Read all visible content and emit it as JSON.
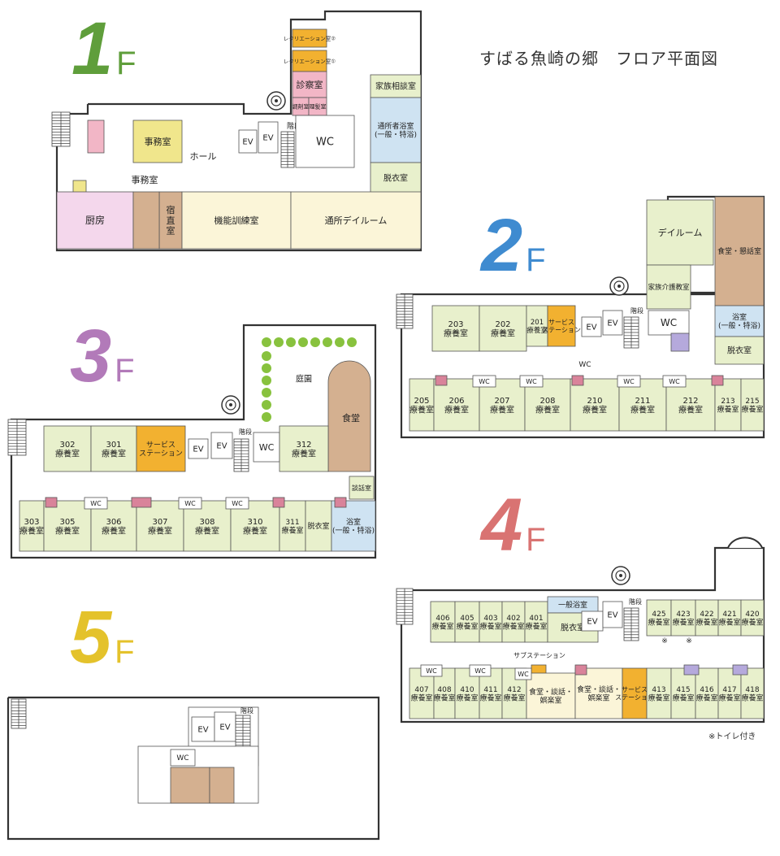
{
  "title": "すばる魚崎の郷　フロア平面図",
  "footnote": "※トイレ付き",
  "colors": {
    "room": "#e8f0cc",
    "office": "#f0e68c",
    "kitchen": "#f4d7ec",
    "brown": "#d4b090",
    "blue": "#cfe3f2",
    "orange": "#f2b130",
    "pink": "#f2b6c6",
    "salmon": "#d9839a",
    "cream": "#fbf5d8",
    "purple": "#b5a9dc",
    "wall": "#333333",
    "bg": "#ffffff",
    "floor1": "#5f9e3b",
    "floor2": "#3f8bd0",
    "floor3": "#b27ab9",
    "floor4": "#d97372",
    "floor5": "#e4c22b",
    "tree": "#88c23e"
  },
  "floors": [
    {
      "label": "1",
      "suffix": "F",
      "rooms": [
        {
          "id": "f1-office",
          "label": "事務室"
        },
        {
          "id": "f1-office2",
          "label": "事務室"
        },
        {
          "id": "f1-hall",
          "label": "ホール"
        },
        {
          "id": "f1-kitchen",
          "label": "厨房"
        },
        {
          "id": "f1-duty",
          "label": "宿\n直\n室"
        },
        {
          "id": "f1-training",
          "label": "機能訓練室"
        },
        {
          "id": "f1-dayroom",
          "label": "通所デイルーム"
        },
        {
          "id": "f1-rec2",
          "label": "レクリエーション室②"
        },
        {
          "id": "f1-rec1",
          "label": "レクリエーション室①"
        },
        {
          "id": "f1-clinic",
          "label": "診察室"
        },
        {
          "id": "f1-pharm",
          "label": "調剤室"
        },
        {
          "id": "f1-barber",
          "label": "理髪室"
        },
        {
          "id": "f1-family",
          "label": "家族相談室"
        },
        {
          "id": "f1-bath",
          "label": "通所者浴室\n(一般・特浴)"
        },
        {
          "id": "f1-dressing",
          "label": "脱衣室"
        },
        {
          "id": "f1-ev1",
          "label": "EV"
        },
        {
          "id": "f1-ev2",
          "label": "EV"
        },
        {
          "id": "f1-stairs",
          "label": "階段"
        },
        {
          "id": "f1-wc",
          "label": "WC"
        }
      ]
    },
    {
      "label": "2",
      "suffix": "F",
      "rooms": [
        {
          "id": "f2-dayroom",
          "label": "デイルーム"
        },
        {
          "id": "f2-dining",
          "label": "食堂・懇話室"
        },
        {
          "id": "f2-familycare",
          "label": "家族介護教室"
        },
        {
          "id": "f2-bath",
          "label": "浴室\n(一般・特浴)"
        },
        {
          "id": "f2-dressing",
          "label": "脱衣室"
        },
        {
          "id": "f2-203",
          "label": "203\n療養室"
        },
        {
          "id": "f2-202",
          "label": "202\n療養室"
        },
        {
          "id": "f2-201",
          "label": "201\n療養室"
        },
        {
          "id": "f2-service",
          "label": "サービス\nステーション"
        },
        {
          "id": "f2-ev1",
          "label": "EV"
        },
        {
          "id": "f2-ev2",
          "label": "EV"
        },
        {
          "id": "f2-stairs",
          "label": "階段"
        },
        {
          "id": "f2-wc-core",
          "label": "WC"
        },
        {
          "id": "f2-wc-hall",
          "label": "WC"
        },
        {
          "id": "f2-205",
          "label": "205\n療養室"
        },
        {
          "id": "f2-206",
          "label": "206\n療養室"
        },
        {
          "id": "f2-207",
          "label": "207\n療養室"
        },
        {
          "id": "f2-208",
          "label": "208\n療養室"
        },
        {
          "id": "f2-210",
          "label": "210\n療養室"
        },
        {
          "id": "f2-211",
          "label": "211\n療養室"
        },
        {
          "id": "f2-212",
          "label": "212\n療養室"
        },
        {
          "id": "f2-213",
          "label": "213\n療養室"
        },
        {
          "id": "f2-215",
          "label": "215\n療養室"
        },
        {
          "id": "f2-wc-a",
          "label": "WC"
        },
        {
          "id": "f2-wc-b",
          "label": "WC"
        },
        {
          "id": "f2-wc-c",
          "label": "WC"
        },
        {
          "id": "f2-wc-d",
          "label": "WC"
        }
      ]
    },
    {
      "label": "3",
      "suffix": "F",
      "rooms": [
        {
          "id": "f3-garden",
          "label": "庭園"
        },
        {
          "id": "f3-dining",
          "label": "食堂"
        },
        {
          "id": "f3-302",
          "label": "302\n療養室"
        },
        {
          "id": "f3-301",
          "label": "301\n療養室"
        },
        {
          "id": "f3-service",
          "label": "サービス\nステーション"
        },
        {
          "id": "f3-ev1",
          "label": "EV"
        },
        {
          "id": "f3-ev2",
          "label": "EV"
        },
        {
          "id": "f3-stairs",
          "label": "階段"
        },
        {
          "id": "f3-wc-core",
          "label": "WC"
        },
        {
          "id": "f3-312",
          "label": "312\n療養室"
        },
        {
          "id": "f3-talk",
          "label": "談話室"
        },
        {
          "id": "f3-303",
          "label": "303\n療養室"
        },
        {
          "id": "f3-305",
          "label": "305\n療養室"
        },
        {
          "id": "f3-306",
          "label": "306\n療養室"
        },
        {
          "id": "f3-307",
          "label": "307\n療養室"
        },
        {
          "id": "f3-308",
          "label": "308\n療養室"
        },
        {
          "id": "f3-310",
          "label": "310\n療養室"
        },
        {
          "id": "f3-311",
          "label": "311\n療養室"
        },
        {
          "id": "f3-dressing",
          "label": "脱衣室"
        },
        {
          "id": "f3-bath",
          "label": "浴室\n(一般・特浴)"
        },
        {
          "id": "f3-wc-a",
          "label": "WC"
        },
        {
          "id": "f3-wc-b",
          "label": "WC"
        },
        {
          "id": "f3-wc-c",
          "label": "WC"
        }
      ]
    },
    {
      "label": "4",
      "suffix": "F",
      "rooms": [
        {
          "id": "f4-406",
          "label": "406\n療養室"
        },
        {
          "id": "f4-405",
          "label": "405\n療養室"
        },
        {
          "id": "f4-403",
          "label": "403\n療養室"
        },
        {
          "id": "f4-402",
          "label": "402\n療養室"
        },
        {
          "id": "f4-401",
          "label": "401\n療養室"
        },
        {
          "id": "f4-bath",
          "label": "一般浴室"
        },
        {
          "id": "f4-dressing",
          "label": "脱衣室"
        },
        {
          "id": "f4-ev1",
          "label": "EV"
        },
        {
          "id": "f4-ev2",
          "label": "EV"
        },
        {
          "id": "f4-stairs",
          "label": "階段"
        },
        {
          "id": "f4-425",
          "label": "425\n療養室"
        },
        {
          "id": "f4-423",
          "label": "423\n療養室"
        },
        {
          "id": "f4-422",
          "label": "422\n療養室"
        },
        {
          "id": "f4-421",
          "label": "421\n療養室"
        },
        {
          "id": "f4-420",
          "label": "420\n療養室"
        },
        {
          "id": "f4-mark1",
          "label": "※"
        },
        {
          "id": "f4-mark2",
          "label": "※"
        },
        {
          "id": "f4-sub",
          "label": "サブステーション"
        },
        {
          "id": "f4-407",
          "label": "407\n療養室"
        },
        {
          "id": "f4-408",
          "label": "408\n療養室"
        },
        {
          "id": "f4-410",
          "label": "410\n療養室"
        },
        {
          "id": "f4-411",
          "label": "411\n療養室"
        },
        {
          "id": "f4-412",
          "label": "412\n療養室"
        },
        {
          "id": "f4-dining1",
          "label": "食堂・談話・\n娯楽室"
        },
        {
          "id": "f4-dining2",
          "label": "食堂・談話・\n娯楽室"
        },
        {
          "id": "f4-service",
          "label": "サービス\nステーション"
        },
        {
          "id": "f4-413",
          "label": "413\n療養室"
        },
        {
          "id": "f4-415",
          "label": "415\n療養室"
        },
        {
          "id": "f4-416",
          "label": "416\n療養室"
        },
        {
          "id": "f4-417",
          "label": "417\n療養室"
        },
        {
          "id": "f4-418",
          "label": "418\n療養室"
        },
        {
          "id": "f4-wc-a",
          "label": "WC"
        },
        {
          "id": "f4-wc-b",
          "label": "WC"
        },
        {
          "id": "f4-wc-c",
          "label": "WC"
        }
      ]
    },
    {
      "label": "5",
      "suffix": "F",
      "rooms": [
        {
          "id": "f5-ev1",
          "label": "EV"
        },
        {
          "id": "f5-ev2",
          "label": "EV"
        },
        {
          "id": "f5-stairs",
          "label": "階段"
        },
        {
          "id": "f5-wc",
          "label": "WC"
        }
      ]
    }
  ]
}
